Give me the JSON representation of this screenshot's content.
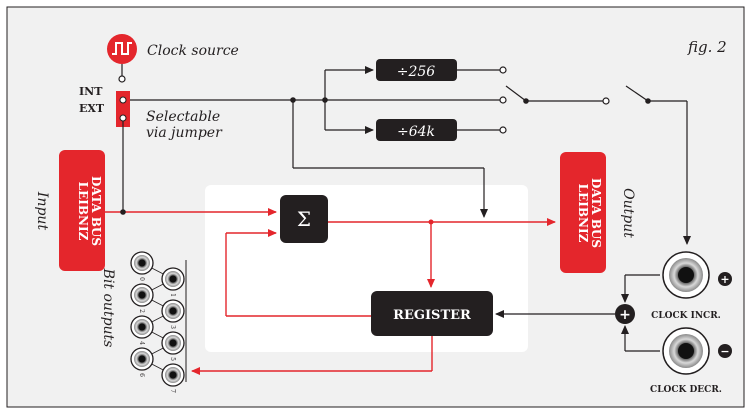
{
  "figure": {
    "label": "fig. 2"
  },
  "clock": {
    "source_label": "Clock source",
    "int_label": "INT",
    "ext_label": "EXT",
    "jumper_label_line1": "Selectable",
    "jumper_label_line2": "via jumper"
  },
  "dividers": [
    {
      "label": "÷256"
    },
    {
      "label": "÷64k"
    }
  ],
  "bus": {
    "input_label": "Input",
    "output_label": "Output",
    "input_block_line1": "LEIBNIZ",
    "input_block_line2": "DATA BUS",
    "output_block_line1": "LEIBNIZ",
    "output_block_line2": "DATA BUS"
  },
  "adder": {
    "symbol": "Σ"
  },
  "register": {
    "label": "REGISTER"
  },
  "clock_jacks": {
    "incr_label": "CLOCK INCR.",
    "decr_label": "CLOCK DECR.",
    "incr_sign": "+",
    "decr_sign": "−",
    "summing_sign": "+"
  },
  "bit_outputs": {
    "label": "Bit outputs",
    "bits": [
      "0",
      "1",
      "2",
      "3",
      "4",
      "5",
      "6",
      "7"
    ]
  },
  "colors": {
    "accent_red": "#e4262c",
    "dark": "#231f20",
    "panel_bg": "#f1f1f1",
    "white_box": "#ffffff"
  }
}
